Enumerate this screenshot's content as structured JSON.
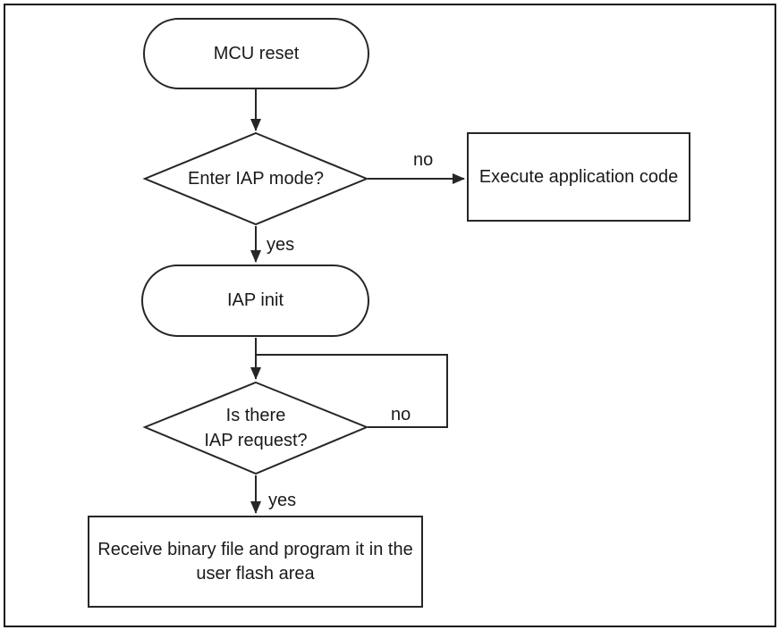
{
  "diagram": {
    "background": "#ffffff",
    "stroke_color": "#262626",
    "text_color": "#1a1a1a",
    "nodes": {
      "mcu_reset": {
        "shape": "terminator",
        "label": "MCU reset"
      },
      "enter_iap_mode": {
        "shape": "decision",
        "label": "Enter IAP mode?"
      },
      "execute_application_code": {
        "shape": "process",
        "label": "Execute application code"
      },
      "iap_init": {
        "shape": "terminator",
        "label": "IAP init"
      },
      "is_there_iap_request": {
        "shape": "decision",
        "label": "Is there\nIAP request?"
      },
      "receive_binary_file": {
        "shape": "process",
        "label": "Receive binary file and program it in the\nuser flash area"
      }
    },
    "edge_labels": {
      "enter_iap_no": "no",
      "enter_iap_yes": "yes",
      "iap_request_no": "no",
      "iap_request_yes": "yes"
    }
  }
}
